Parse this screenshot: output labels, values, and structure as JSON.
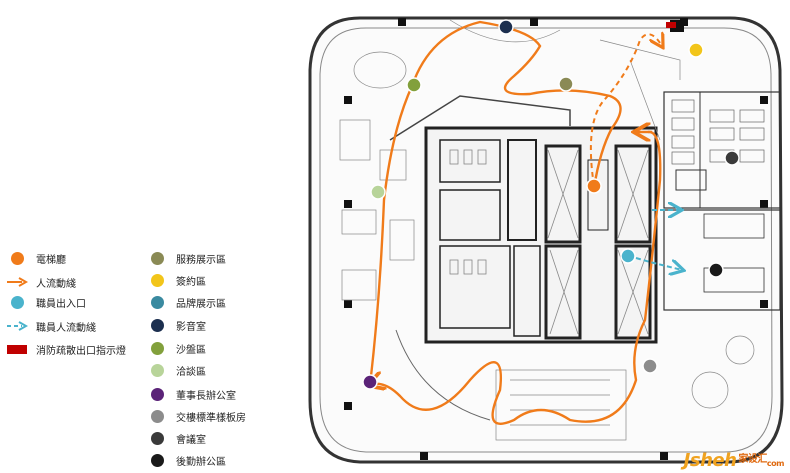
{
  "legend_left": [
    {
      "label": "電梯廳",
      "color": "#f07b1a",
      "kind": "dot"
    },
    {
      "label": "人流動綫",
      "color": "#f07b1a",
      "kind": "solid-arrow"
    },
    {
      "label": "職員出入口",
      "color": "#4ab3cc",
      "kind": "dot"
    },
    {
      "label": "職員人流動綫",
      "color": "#4ab3cc",
      "kind": "dashed-arrow"
    },
    {
      "label": "消防疏散出口指示燈",
      "color": "#c00000",
      "kind": "bar"
    }
  ],
  "legend_right": [
    {
      "label": "服務展示區",
      "color": "#8a8a55"
    },
    {
      "label": "簽約區",
      "color": "#f2c51a"
    },
    {
      "label": "品牌展示區",
      "color": "#3a8aa0"
    },
    {
      "label": "影音室",
      "color": "#1c2f4f"
    },
    {
      "label": "沙盤區",
      "color": "#82a03c"
    },
    {
      "label": "洽談區",
      "color": "#b8d49a"
    },
    {
      "label": "董事長辦公室",
      "color": "#5b2378"
    },
    {
      "label": "交樓標準樣板房",
      "color": "#8c8c8c"
    },
    {
      "label": "會議室",
      "color": "#3a3a3a"
    },
    {
      "label": "後勤辦公區",
      "color": "#1a1a1a"
    }
  ],
  "watermark": {
    "main": "Jsheh",
    "cn": "家设汇",
    "com": "com"
  }
}
